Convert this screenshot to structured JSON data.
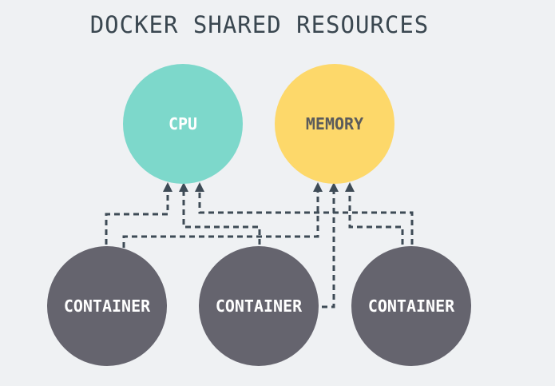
{
  "title": "DOCKER SHARED RESOURCES",
  "nodes": {
    "cpu": "CPU",
    "memory": "MEMORY",
    "containers": [
      "CONTAINER",
      "CONTAINER",
      "CONTAINER"
    ]
  },
  "colors": {
    "background": "#eff1f3",
    "cpu": "#7dd8cb",
    "memory": "#fdd86a",
    "container": "#65646e",
    "connector": "#3e4b56",
    "title": "#3a4750"
  },
  "connections": [
    {
      "from": "container-1",
      "to": "cpu"
    },
    {
      "from": "container-1",
      "to": "memory"
    },
    {
      "from": "container-2",
      "to": "cpu"
    },
    {
      "from": "container-2",
      "to": "memory"
    },
    {
      "from": "container-3",
      "to": "cpu"
    },
    {
      "from": "container-3",
      "to": "memory"
    }
  ]
}
